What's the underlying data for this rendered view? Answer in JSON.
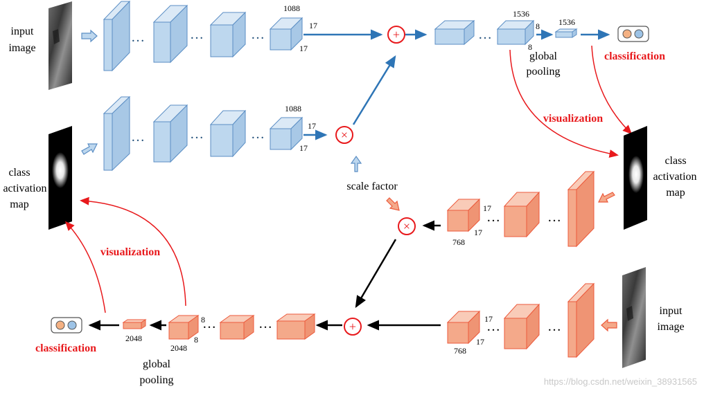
{
  "labels": {
    "input_image_top": [
      "input",
      "image"
    ],
    "input_image_bottom": [
      "input",
      "image"
    ],
    "cam_left": [
      "class",
      "activation",
      "map"
    ],
    "cam_right": [
      "class",
      "activation",
      "map"
    ],
    "global_pooling_top": [
      "global",
      "pooling"
    ],
    "global_pooling_bottom": [
      "global",
      "pooling"
    ],
    "scale_factor": "scale factor",
    "classification_top": "classification",
    "classification_bottom": "classification",
    "visualization_top": "visualization",
    "visualization_bottom": "visualization"
  },
  "dims": {
    "b1_channels": "1088",
    "b1_h": "17",
    "b1_w": "17",
    "b2_channels": "1088",
    "b2_h": "17",
    "b2_w": "17",
    "top_pool_in_channels": "1536",
    "top_pool_in_h": "8",
    "top_pool_in_w": "8",
    "top_pool_out": "1536",
    "red_mid_channels": "768",
    "red_mid_h": "17",
    "red_mid_w": "17",
    "red_bot_channels": "768",
    "red_bot_h": "17",
    "red_bot_w": "17",
    "bot_pool_in_channels": "2048",
    "bot_pool_in_h": "8",
    "bot_pool_in_w": "8",
    "bot_pool_out": "2048"
  },
  "operators": {
    "add": "+",
    "multiply": "×"
  },
  "ellipsis": "…",
  "watermark": "https://blog.csdn.net/weixin_38931565",
  "colors": {
    "blue_face": "#bdd7ee",
    "blue_stroke": "#5b8ec4",
    "blue_arrow": "#2e75b6",
    "red_face": "#f4a98a",
    "red_stroke": "#ec5a3c",
    "red_text": "#e8191c",
    "ball_orange": "#f4b183",
    "ball_blue": "#9dc3e6"
  }
}
